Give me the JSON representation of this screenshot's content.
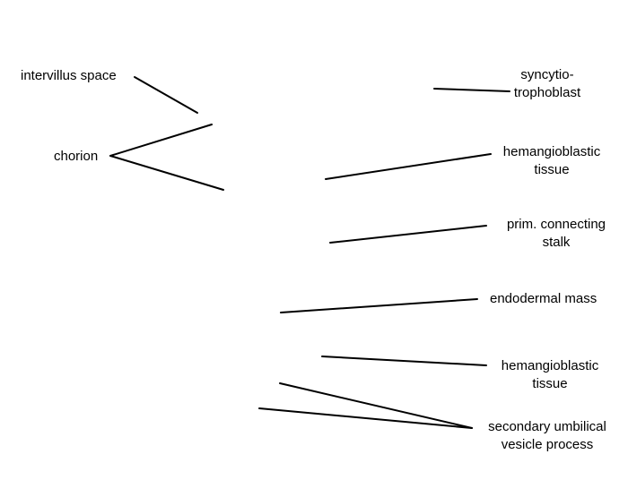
{
  "labels": {
    "intervillus_space": "intervillus space",
    "chorion": "chorion",
    "syncytiotrophoblast_1": "syncytio-",
    "syncytiotrophoblast_2": "trophoblast",
    "hemangioblastic_upper_1": "hemangioblastic",
    "hemangioblastic_upper_2": "tissue",
    "prim_connecting_stalk_1": "prim. connecting",
    "prim_connecting_stalk_2": "stalk",
    "endodermal_mass": "endodermal mass",
    "hemangioblastic_lower_1": "hemangioblastic",
    "hemangioblastic_lower_2": "tissue",
    "secondary_umbilical_1": "secondary umbilical",
    "secondary_umbilical_2": "vesicle process"
  },
  "colors": {
    "background": "#ffffff",
    "line": "#000000",
    "text": "#000000"
  }
}
